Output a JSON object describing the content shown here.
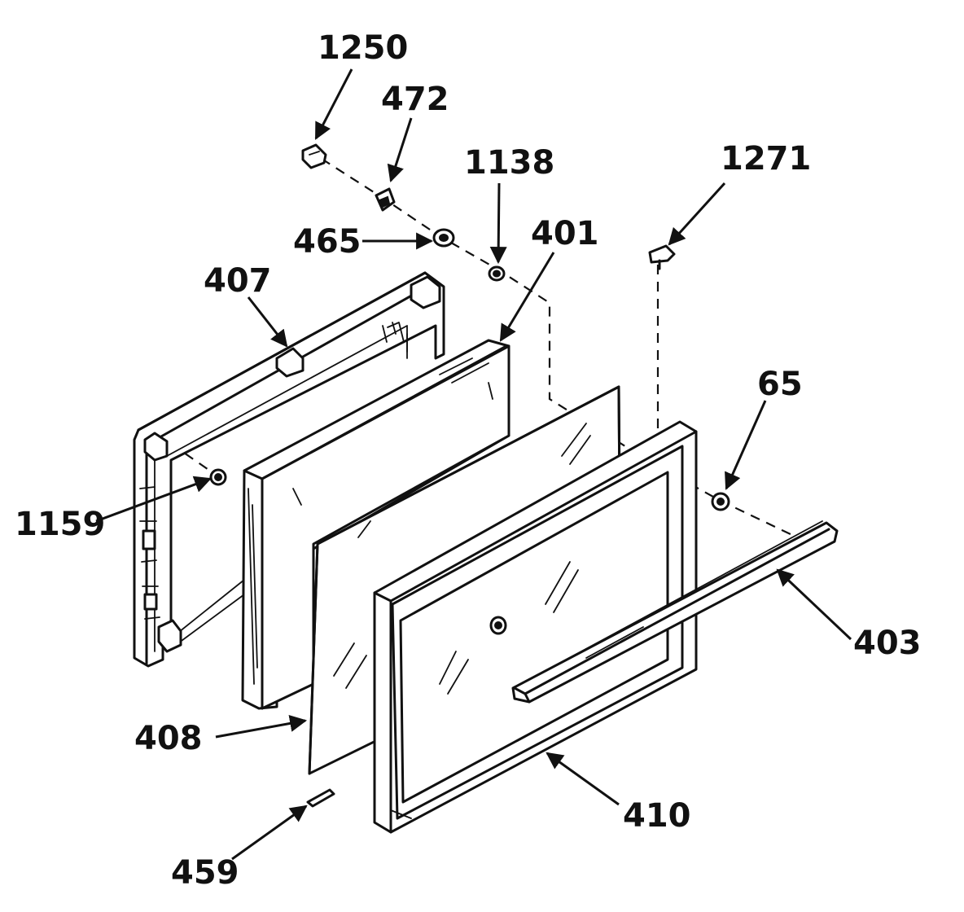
{
  "labels": {
    "p1250": "1250",
    "p472": "472",
    "p1138": "1138",
    "p1271": "1271",
    "p465": "465",
    "p401": "401",
    "p407": "407",
    "p65": "65",
    "p1159": "1159",
    "p403": "403",
    "p408": "408",
    "p410": "410",
    "p459": "459"
  },
  "colors": {
    "ink": "#111111",
    "paper": "#ffffff"
  }
}
